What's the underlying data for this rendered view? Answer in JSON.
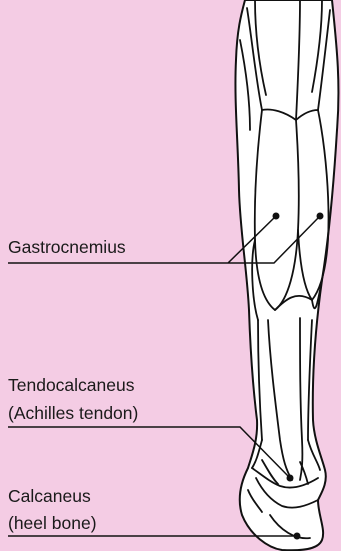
{
  "labels": {
    "gastrocnemius": "Gastrocnemius",
    "tendocalcaneus": "Tendocalcaneus",
    "achilles": "(Achilles tendon)",
    "calcaneus": "Calcaneus",
    "heel_bone": "(heel bone)"
  },
  "colors": {
    "background": "#f4cce4",
    "leg_fill": "#ffffff",
    "outline": "#111111"
  }
}
